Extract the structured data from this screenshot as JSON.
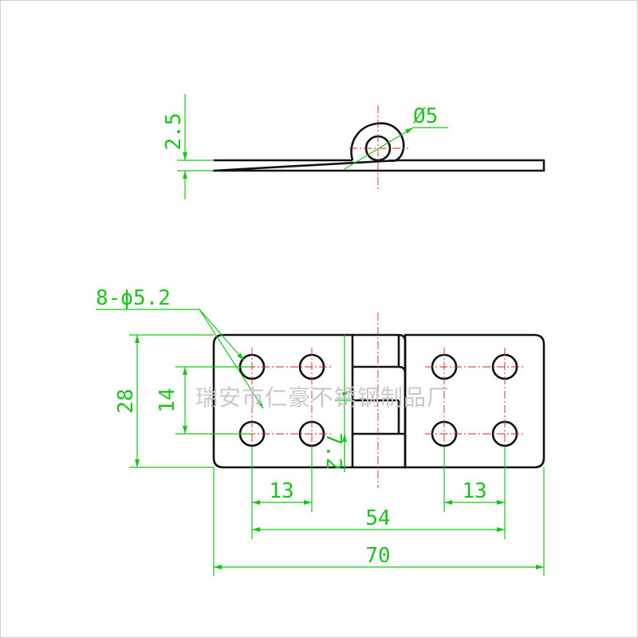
{
  "drawing": {
    "watermark": "瑞安市仁豪不锈钢制品厂",
    "top_view": {
      "thickness_label": "2.5",
      "pin_diameter_label": "Ø5"
    },
    "front_view": {
      "holes_label": "8-ϕ5.2",
      "height_label": "28",
      "hole_spacing_vertical_label": "14",
      "knuckle_offset_label": "7.2",
      "left_hole_spacing_label": "13",
      "right_hole_spacing_label": "13",
      "outer_hole_spacing_label": "54",
      "overall_width_label": "70"
    }
  },
  "colors": {
    "dimension": "#18c418",
    "outline": "#111111",
    "centerline": "#d42020",
    "watermark": "#c8c8c8"
  }
}
